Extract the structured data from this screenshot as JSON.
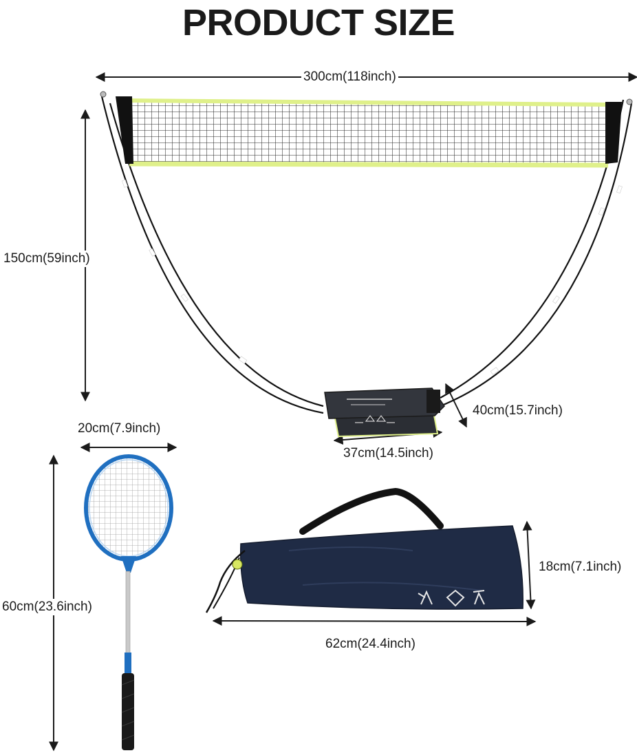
{
  "title": "PRODUCT SIZE",
  "dimensions": {
    "net_width": "300cm(118inch)",
    "net_height": "150cm(59inch)",
    "bag_small_height": "40cm(15.7inch)",
    "bag_small_width": "37cm(14.5inch)",
    "racket_width": "20cm(7.9inch)",
    "racket_length": "60cm(23.6inch)",
    "bag_large_height": "18cm(7.1inch)",
    "bag_large_length": "62cm(24.4inch)"
  },
  "colors": {
    "net_trim": "#dff08a",
    "net_mesh": "#2a2a2a",
    "bag": "#1f2b45",
    "racket_frame": "#1f6fc0",
    "handle": "#1a1a1a"
  }
}
